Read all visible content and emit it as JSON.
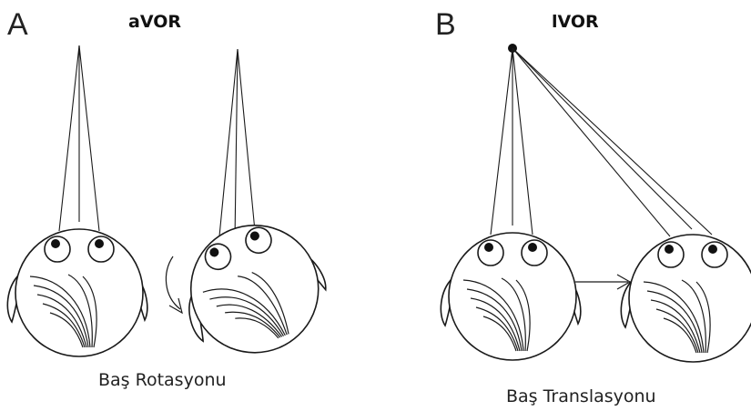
{
  "panel_a": {
    "letter": "A",
    "title": "aVOR",
    "caption": "Baş Rotasyonu"
  },
  "panel_b": {
    "letter": "B",
    "title": "lVOR",
    "caption": "Baş Translasyonu"
  },
  "colors": {
    "ink": "#1a1a1a",
    "background": "#ffffff"
  }
}
